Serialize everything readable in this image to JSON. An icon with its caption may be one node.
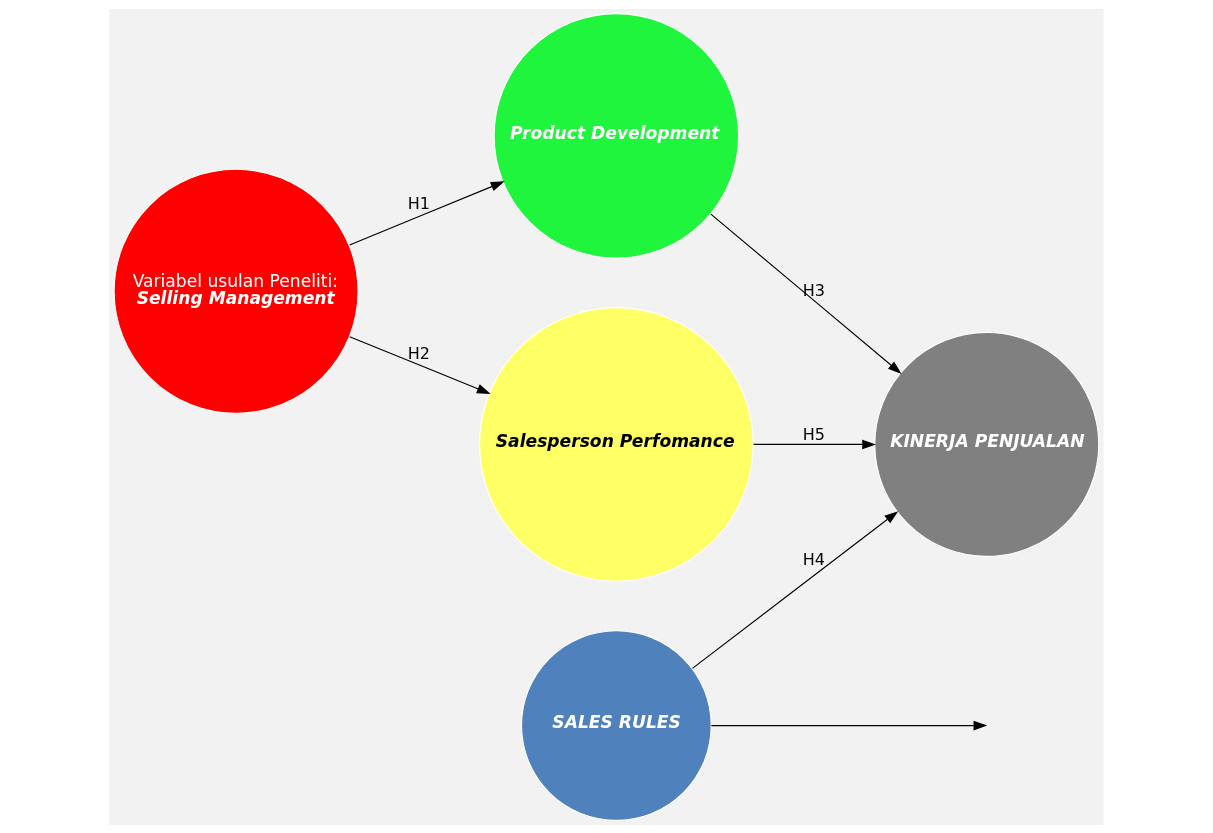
{
  "diagram": {
    "nodes": [
      {
        "text": [
          "Product Development"
        ]
      },
      {
        "text": [
          "Variabel usulan Peneliti:",
          "Selling Management"
        ]
      },
      {
        "text": [
          "Salesperson Perfomance"
        ]
      },
      {
        "text": [
          "KINERJA PENJUALAN"
        ]
      },
      {
        "text": [
          "SALES RULES"
        ]
      }
    ],
    "edges": [
      {
        "from": 1,
        "to": 0,
        "arrow": "to",
        "label": "H1"
      },
      {
        "from": 0,
        "to": 3,
        "arrow": "to",
        "label": "H3"
      },
      {
        "from": 1,
        "to": 2,
        "arrow": "to",
        "label": "H2"
      },
      {
        "from": 2,
        "to": 3,
        "arrow": "to",
        "label": "H5"
      },
      {
        "from": 4,
        "to": 3,
        "arrow": "to",
        "label": "H4"
      },
      {
        "from": 4,
        "to": null,
        "arrow": "to"
      }
    ]
  }
}
